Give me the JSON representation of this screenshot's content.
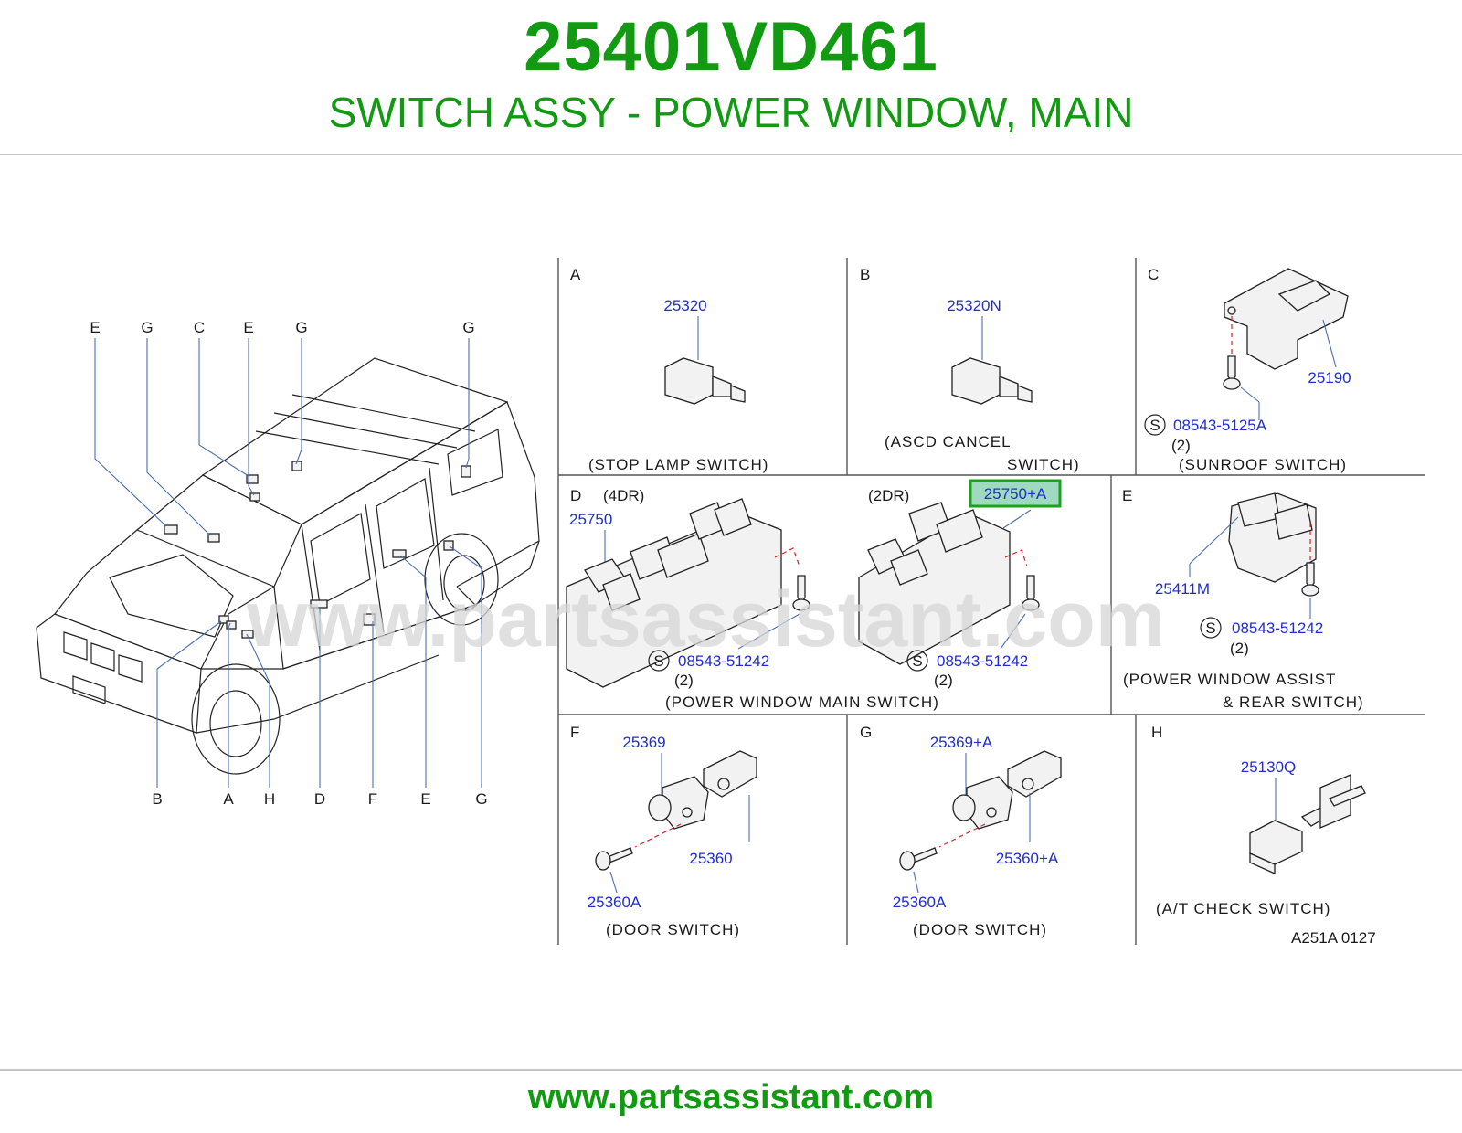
{
  "header": {
    "part_number": "25401VD461",
    "part_name": "SWITCH ASSY - POWER WINDOW, MAIN"
  },
  "footer": {
    "url": "www.partsassistant.com"
  },
  "watermark": "www.partsassistant.com",
  "colors": {
    "brand_green": "#129a12",
    "part_number_blue": "#1f2ec9",
    "highlight_green": "#1aa31a"
  },
  "vehicle_callouts": {
    "top": [
      "E",
      "G",
      "C",
      "E",
      "G",
      "G"
    ],
    "bottom": [
      "B",
      "A",
      "H",
      "D",
      "F",
      "E",
      "G"
    ]
  },
  "panels": {
    "A": {
      "letter": "A",
      "part": "25320",
      "caption": "(STOP   LAMP   SWITCH)"
    },
    "B": {
      "letter": "B",
      "part": "25320N",
      "caption_1": "(ASCD   CANCEL",
      "caption_2": "SWITCH)"
    },
    "C": {
      "letter": "C",
      "part": "25190",
      "screw_symbol": "S",
      "screw": "08543-5125A",
      "qty": "(2)",
      "caption": "(SUNROOF   SWITCH)"
    },
    "D": {
      "letter": "D",
      "variant_4dr": "(4DR)",
      "variant_2dr": "(2DR)",
      "part_4dr": "25750",
      "part_2dr": "25750+A",
      "screw_symbol": "S",
      "screw_4dr": "08543-51242",
      "qty_4dr": "(2)",
      "screw_2dr": "08543-51242",
      "qty_2dr": "(2)",
      "caption": "(POWER   WINDOW   MAIN   SWITCH)"
    },
    "E": {
      "letter": "E",
      "part": "25411M",
      "screw_symbol": "S",
      "screw": "08543-51242",
      "qty": "(2)",
      "caption_1": "(POWER   WINDOW   ASSIST",
      "caption_2": "&   REAR   SWITCH)"
    },
    "F": {
      "letter": "F",
      "part_1": "25369",
      "part_2": "25360",
      "part_3": "25360A",
      "caption": "(DOOR   SWITCH)"
    },
    "G": {
      "letter": "G",
      "part_1": "25369+A",
      "part_2": "25360+A",
      "part_3": "25360A",
      "caption": "(DOOR   SWITCH)"
    },
    "H": {
      "letter": "H",
      "part": "25130Q",
      "caption": "(A/T   CHECK   SWITCH)",
      "ref_code": "A251A   0127"
    }
  }
}
